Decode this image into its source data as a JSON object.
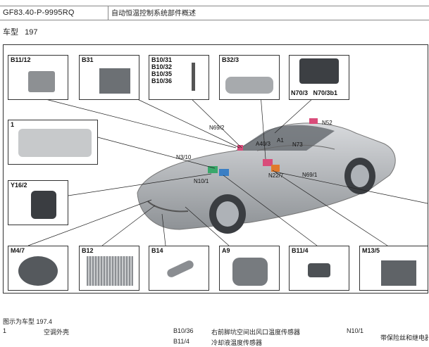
{
  "header": {
    "doc_code": "GF83.40-P-9995RQ",
    "doc_title": "自动恒温控制系统部件概述"
  },
  "model": {
    "label": "车型",
    "value": "197"
  },
  "boxes": [
    {
      "id": "b11_12",
      "label": "B11/12"
    },
    {
      "id": "b31",
      "label": "B31"
    },
    {
      "id": "b10_group",
      "label": "B10/31\nB10/32\nB10/35\nB10/36"
    },
    {
      "id": "b32_3",
      "label": "B32/3"
    },
    {
      "id": "n70",
      "label": "N70/3   N70/3b1"
    },
    {
      "id": "one",
      "label": "1"
    },
    {
      "id": "y16_2",
      "label": "Y16/2"
    },
    {
      "id": "m4_7",
      "label": "M4/7"
    },
    {
      "id": "b12",
      "label": "B12"
    },
    {
      "id": "b14",
      "label": "B14"
    },
    {
      "id": "a9",
      "label": "A9"
    },
    {
      "id": "b11_4",
      "label": "B11/4"
    },
    {
      "id": "m13_5",
      "label": "M13/5"
    }
  ],
  "callouts": {
    "n69_2": "N69/2",
    "n52": "N52",
    "a40_3": "A40/3",
    "a1": "A1",
    "n73": "N73",
    "n3_10": "N3/10",
    "n22_7": "N22/7",
    "n69_1": "N69/1",
    "n10_1": "N10/1"
  },
  "caption": "图示为车型 197.4",
  "legend": [
    {
      "code": "1",
      "text": "空调外壳"
    },
    {
      "code": "B10/36",
      "text": "右前脚坑空间出风口温度传感器"
    },
    {
      "code": "N10/1",
      "text": "带保险丝和继电器"
    },
    {
      "code": "B11/4",
      "text": "冷却液温度传感器"
    }
  ],
  "colors": {
    "frame": "#333333",
    "car": "#b9bcc0",
    "leader": "#222222"
  }
}
